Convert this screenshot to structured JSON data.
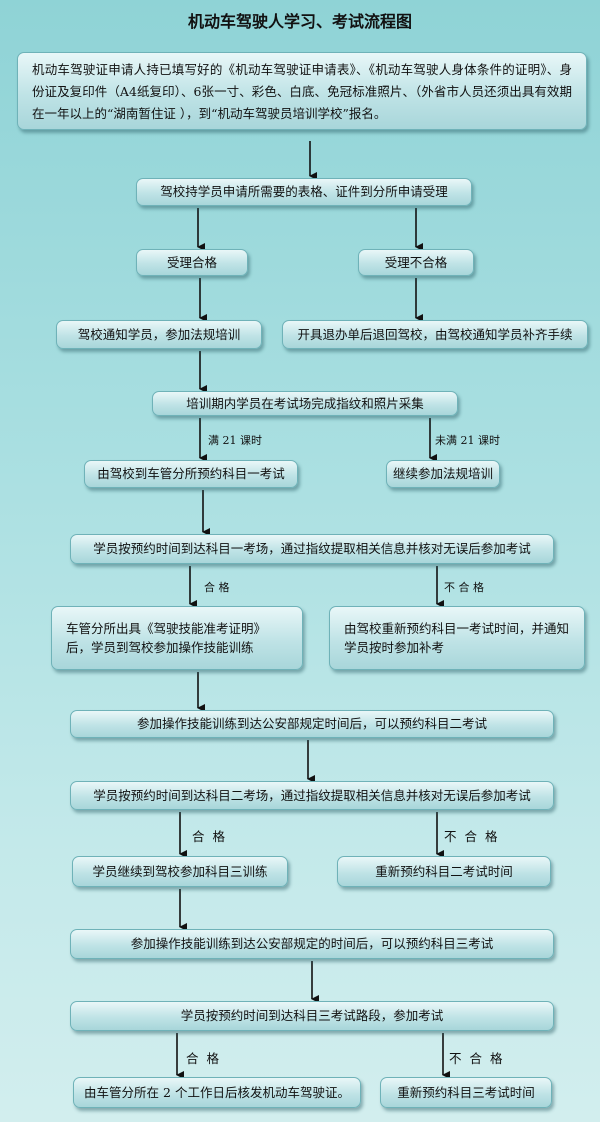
{
  "title": "机动车驾驶人学习、考试流程图",
  "nodes": {
    "apply": "机动车驾驶证申请人持已填写好的《机动车驾驶证申请表》、《机动车驾驶人身体条件的证明》、身份证及复印件（A4纸复印）、6张一寸、彩色、白底、免冠标准照片、（外省市人员还须出具有效期在一年以上的“湖南暂住证 ），到“机动车驾驶员培训学校”报名。",
    "submit": "驾校持学员申请所需要的表格、证件到分所申请受理",
    "accepted": "受理合格",
    "rejected": "受理不合格",
    "law_training": "驾校通知学员，参加法规培训",
    "refund": "开具退办单后退回驾校，由驾校通知学员补齐手续",
    "fingerprint": "培训期内学员在考试场完成指纹和照片采集",
    "book_subject1": "由驾校到车管分所预约科目一考试",
    "continue_training": "继续参加法规培训",
    "exam1": "学员按预约时间到达科目一考场，通过指纹提取相关信息并核对无误后参加考试",
    "permit": "车管分所出具《驾驶技能准考证明》后，学员到驾校参加操作技能训练",
    "rebook1": "由驾校重新预约科目一考试时间，并通知学员按时参加补考",
    "book_subject2": "参加操作技能训练到达公安部规定时间后，可以预约科目二考试",
    "exam2": "学员按预约时间到达科目二考场，通过指纹提取相关信息并核对无误后参加考试",
    "train3": "学员继续到驾校参加科目三训练",
    "rebook2": "重新预约科目二考试时间",
    "book_subject3": "参加操作技能训练到达公安部规定的时间后，可以预约科目三考试",
    "exam3": "学员按预约时间到达科目三考试路段，参加考试",
    "license": "由车管分所在 2 个工作日后核发机动车驾驶证。",
    "rebook3": "重新预约科目三考试时间"
  },
  "labels": {
    "hours_full": "满 21 课时",
    "hours_not_full": "未满 21 课时",
    "pass": "合 格",
    "fail": "不 合 格"
  },
  "colors": {
    "box_top": "#e9f7f8",
    "box_bottom": "#a8d6da",
    "arrow": "#111111"
  }
}
